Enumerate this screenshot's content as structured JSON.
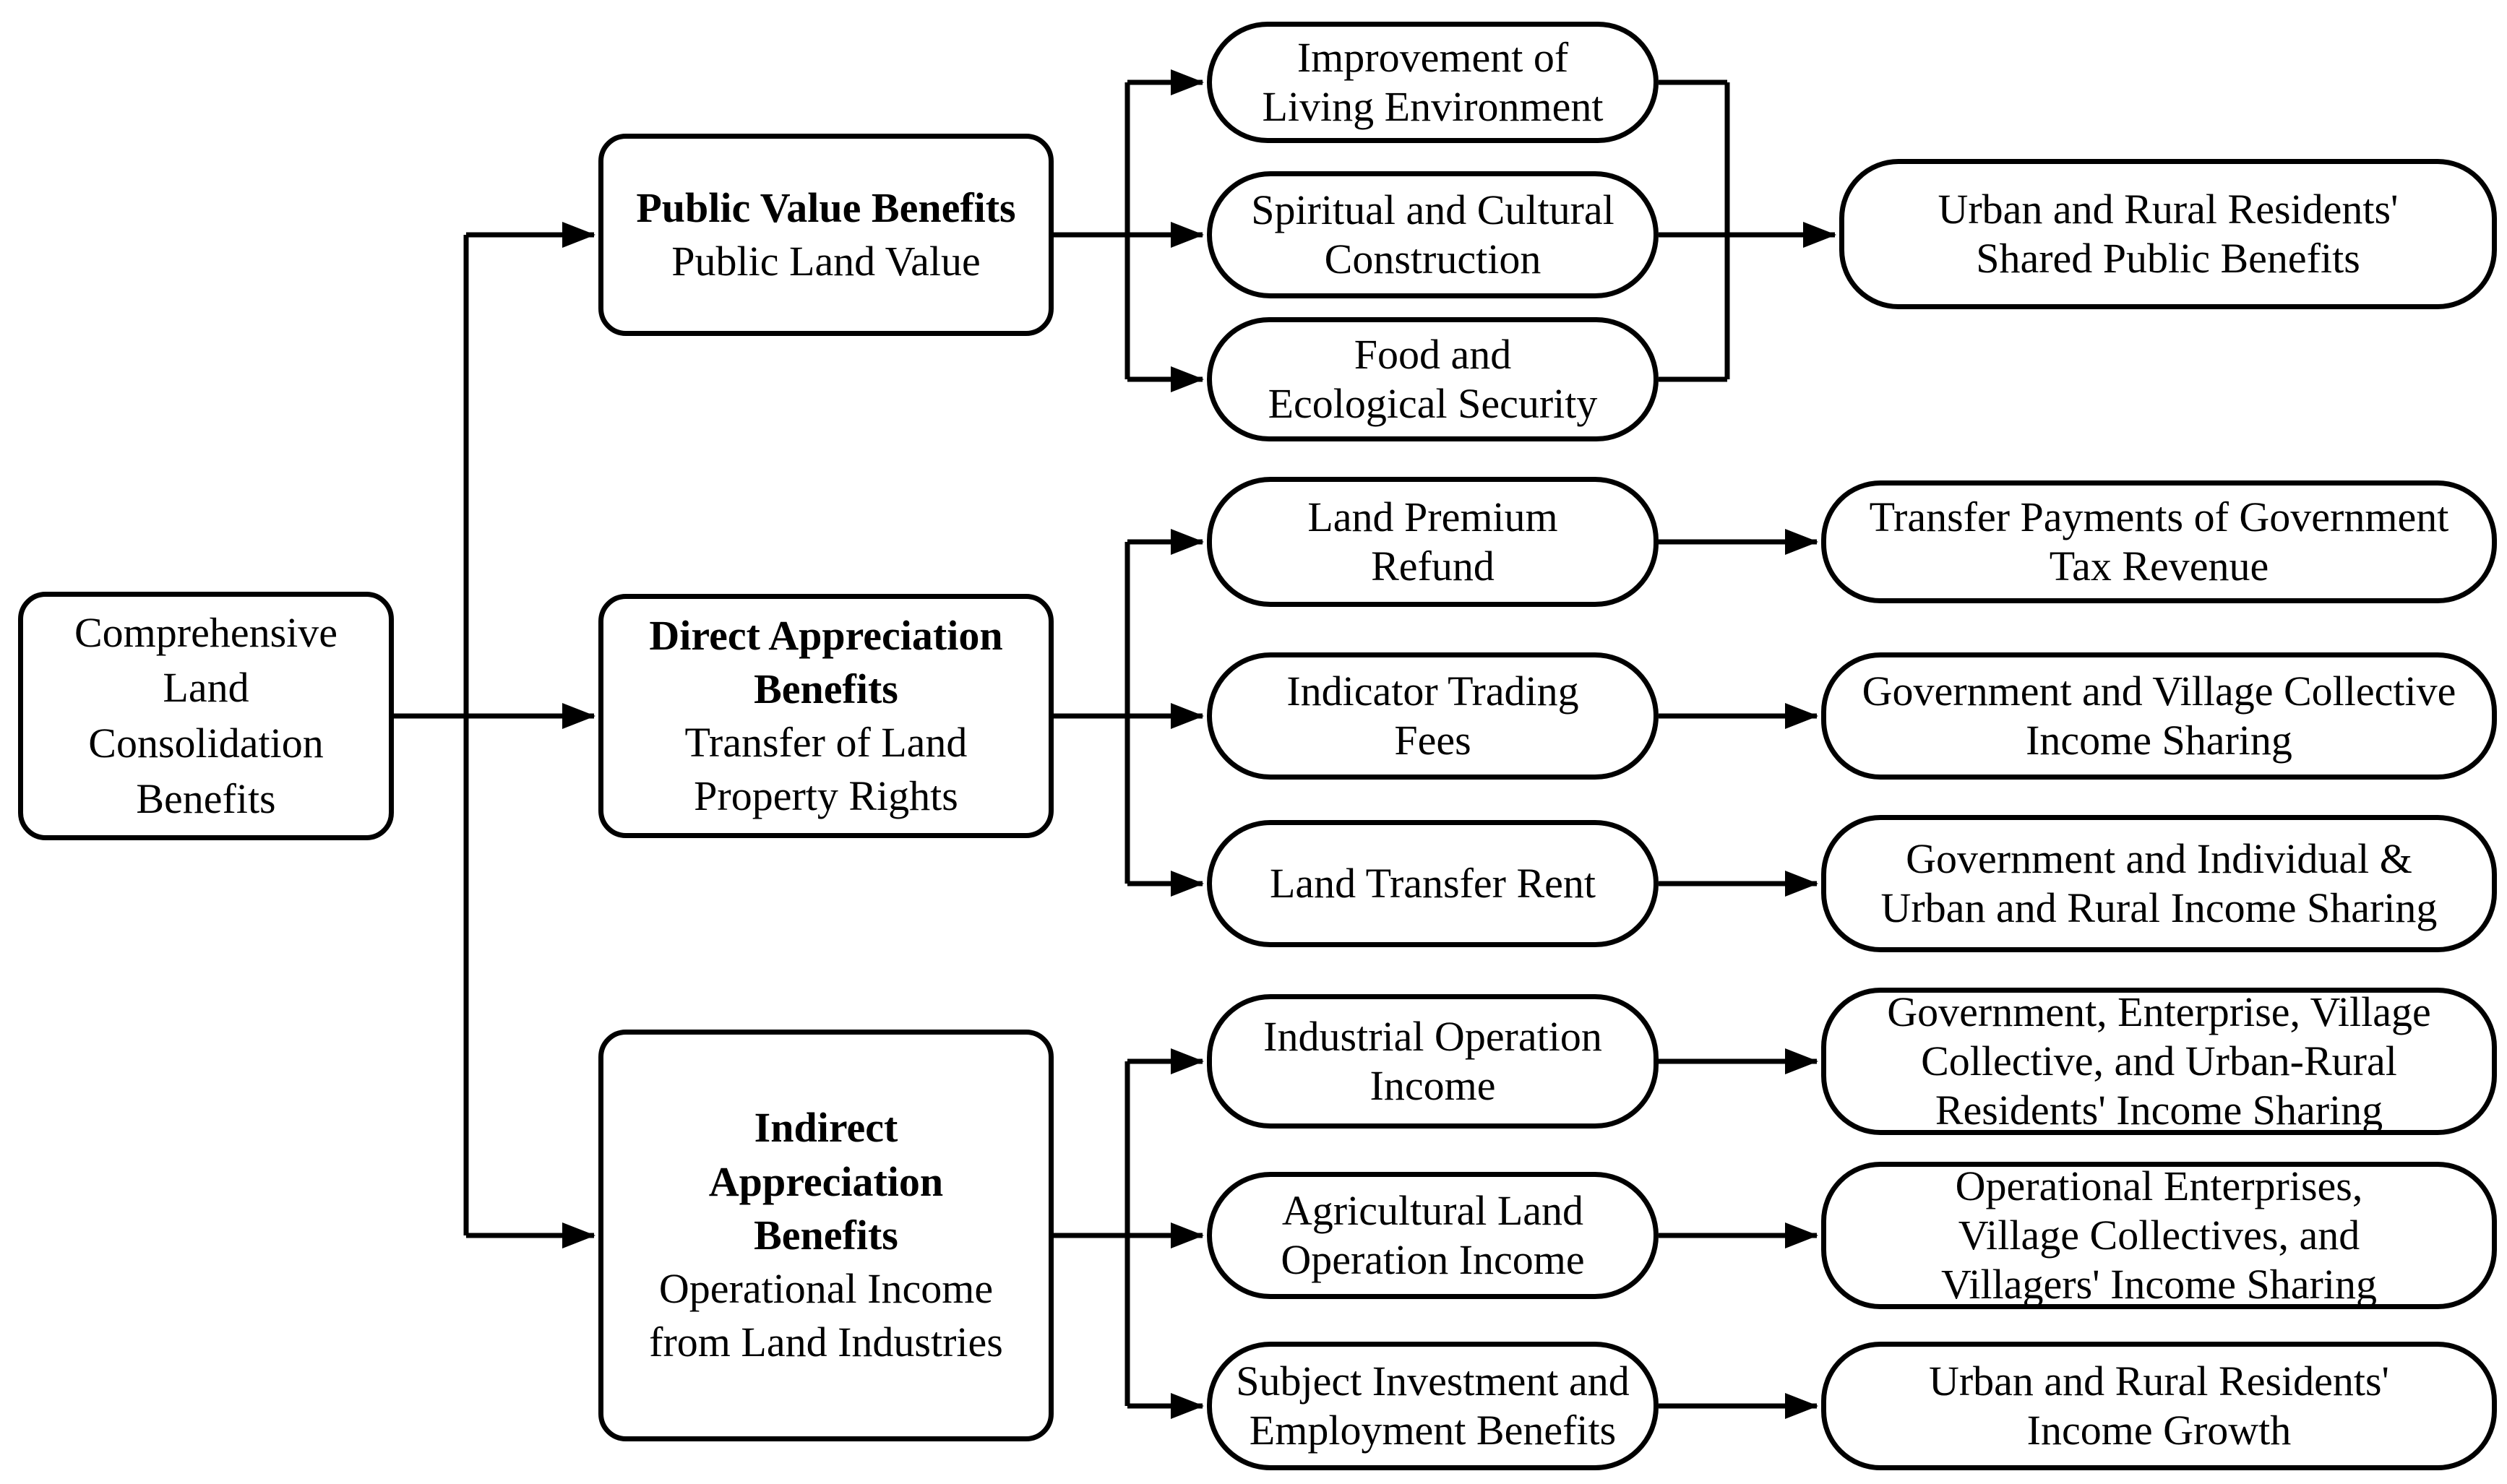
{
  "figure": {
    "title": "Comprehensive Land Consolidation Benefits flowchart",
    "colors": {
      "line": "#000000",
      "box_fill": "#ffffff",
      "text": "#000000",
      "background": "#ffffff"
    },
    "root": {
      "label": "Comprehensive\nLand\nConsolidation\nBenefits"
    },
    "groups": [
      {
        "category": {
          "title": "Public Value Benefits",
          "subtitle": "Public Land Value"
        },
        "items": [
          {
            "label": "Improvement of\nLiving Environment"
          },
          {
            "label": "Spiritual and Cultural\nConstruction"
          },
          {
            "label": "Food and\nEcological Security"
          }
        ],
        "outcomes": [
          {
            "label": "Urban and Rural Residents'\nShared Public Benefits"
          }
        ]
      },
      {
        "category": {
          "title": "Direct Appreciation\nBenefits",
          "subtitle": "Transfer of Land\nProperty Rights"
        },
        "items": [
          {
            "label": "Land Premium\nRefund"
          },
          {
            "label": "Indicator Trading\nFees"
          },
          {
            "label": "Land Transfer Rent"
          }
        ],
        "outcomes": [
          {
            "label": "Transfer Payments of Government\nTax Revenue"
          },
          {
            "label": "Government and Village Collective\nIncome Sharing"
          },
          {
            "label": "Government and Individual &\nUrban and Rural Income Sharing"
          }
        ]
      },
      {
        "category": {
          "title": "Indirect\nAppreciation\nBenefits",
          "subtitle": "Operational Income\nfrom Land Industries"
        },
        "items": [
          {
            "label": "Industrial Operation\nIncome"
          },
          {
            "label": "Agricultural Land\nOperation Income"
          },
          {
            "label": "Subject Investment and\nEmployment Benefits"
          }
        ],
        "outcomes": [
          {
            "label": "Government, Enterprise, Village\nCollective, and Urban-Rural\nResidents' Income Sharing"
          },
          {
            "label": "Operational Enterprises,\nVillage Collectives, and\nVillagers' Income Sharing"
          },
          {
            "label": "Urban and Rural Residents'\nIncome Growth"
          }
        ]
      }
    ]
  }
}
